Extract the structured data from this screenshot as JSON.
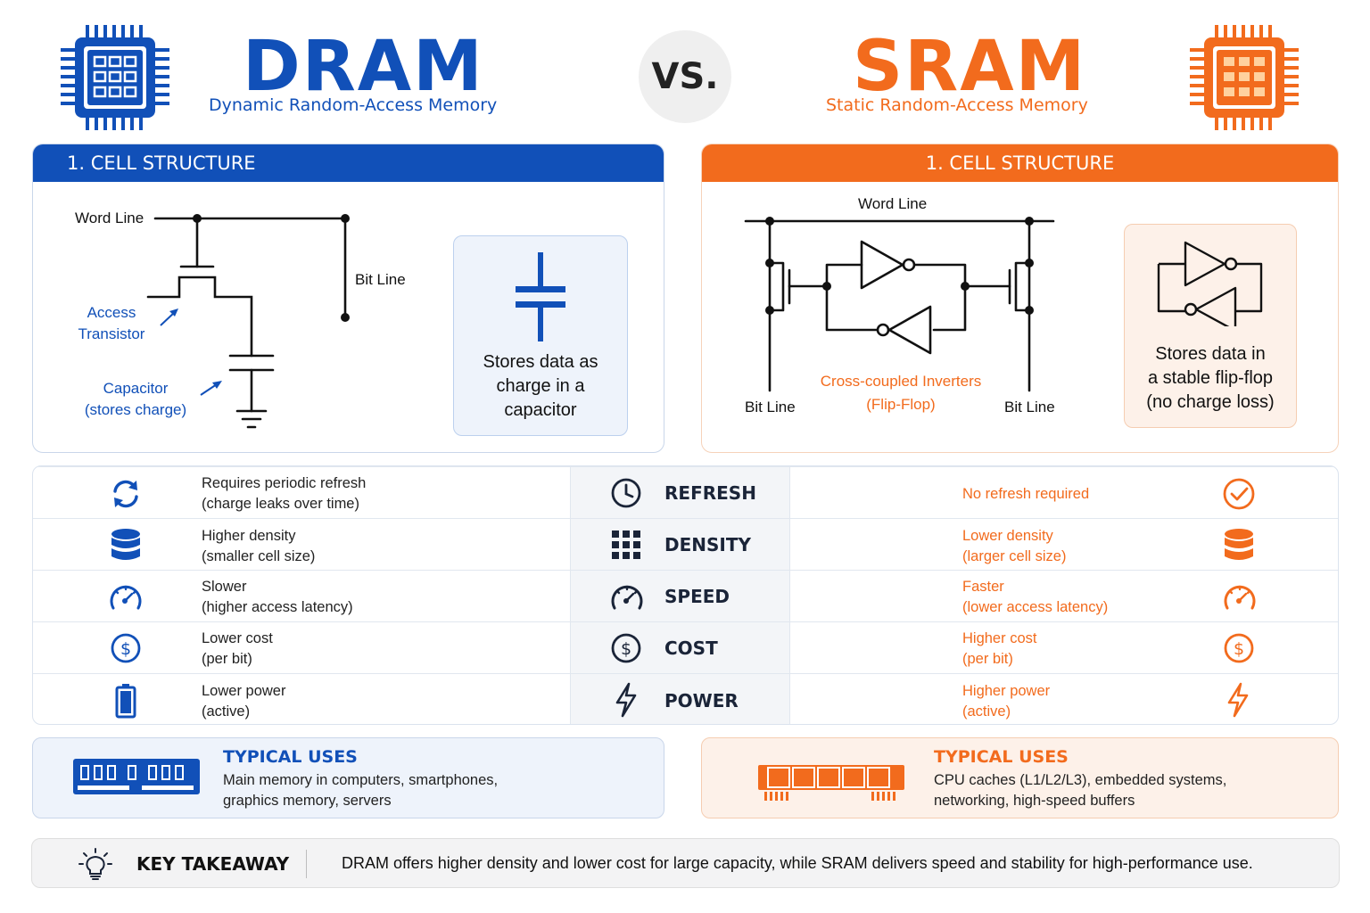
{
  "header": {
    "dram_title": "DRAM",
    "dram_subtitle": "Dynamic Random-Access Memory",
    "vs": "VS.",
    "sram_title": "SRAM",
    "sram_subtitle": "Static Random-Access Memory"
  },
  "cell_structure": {
    "dram": {
      "heading": "1. CELL STRUCTURE",
      "word_line": "Word Line",
      "bit_line": "Bit Line",
      "access_transistor_1": "Access",
      "access_transistor_2": "Transistor",
      "capacitor_1": "Capacitor",
      "capacitor_2": "(stores charge)",
      "note_1": "Stores data as",
      "note_2": "charge in a",
      "note_3": "capacitor"
    },
    "sram": {
      "heading": "1. CELL STRUCTURE",
      "word_line": "Word Line",
      "bit_line_left": "Bit Line",
      "bit_line_right": "Bit Line",
      "inverters_1": "Cross-coupled Inverters",
      "inverters_2": "(Flip-Flop)",
      "note_1": "Stores data in",
      "note_2": "a stable flip-flop",
      "note_3": "(no charge loss)"
    }
  },
  "comparison": [
    {
      "label": "REFRESH",
      "dram_1": "Requires periodic refresh",
      "dram_2": "(charge leaks over time)",
      "sram_1": "No refresh required",
      "sram_2": "",
      "dram_icon": "refresh-icon",
      "mid_icon": "clock-icon",
      "sram_icon": "check-circle-icon"
    },
    {
      "label": "DENSITY",
      "dram_1": "Higher density",
      "dram_2": "(smaller cell size)",
      "sram_1": "Lower density",
      "sram_2": "(larger cell size)",
      "dram_icon": "database-icon",
      "mid_icon": "grid-icon",
      "sram_icon": "database-icon"
    },
    {
      "label": "SPEED",
      "dram_1": "Slower",
      "dram_2": "(higher access latency)",
      "sram_1": "Faster",
      "sram_2": "(lower access latency)",
      "dram_icon": "speedometer-icon",
      "mid_icon": "speedometer-icon",
      "sram_icon": "speedometer-icon"
    },
    {
      "label": "COST",
      "dram_1": "Lower cost",
      "dram_2": "(per bit)",
      "sram_1": "Higher cost",
      "sram_2": "(per bit)",
      "dram_icon": "dollar-icon",
      "mid_icon": "dollar-icon",
      "sram_icon": "dollar-icon"
    },
    {
      "label": "POWER",
      "dram_1": "Lower power",
      "dram_2": "(active)",
      "sram_1": "Higher power",
      "sram_2": "(active)",
      "dram_icon": "battery-icon",
      "mid_icon": "lightning-icon",
      "sram_icon": "lightning-icon"
    }
  ],
  "uses": {
    "dram_title": "TYPICAL USES",
    "dram_1": "Main memory in computers, smartphones,",
    "dram_2": "graphics memory, servers",
    "sram_title": "TYPICAL USES",
    "sram_1": "CPU caches (L1/L2/L3), embedded systems,",
    "sram_2": "networking, high-speed buffers"
  },
  "takeaway": {
    "title": "KEY TAKEAWAY",
    "text": "DRAM offers higher density and lower cost for large capacity, while SRAM delivers speed and stability for high-performance use."
  },
  "colors": {
    "dram": "#1150b8",
    "sram": "#f26b1d",
    "navy": "#1a2438"
  }
}
